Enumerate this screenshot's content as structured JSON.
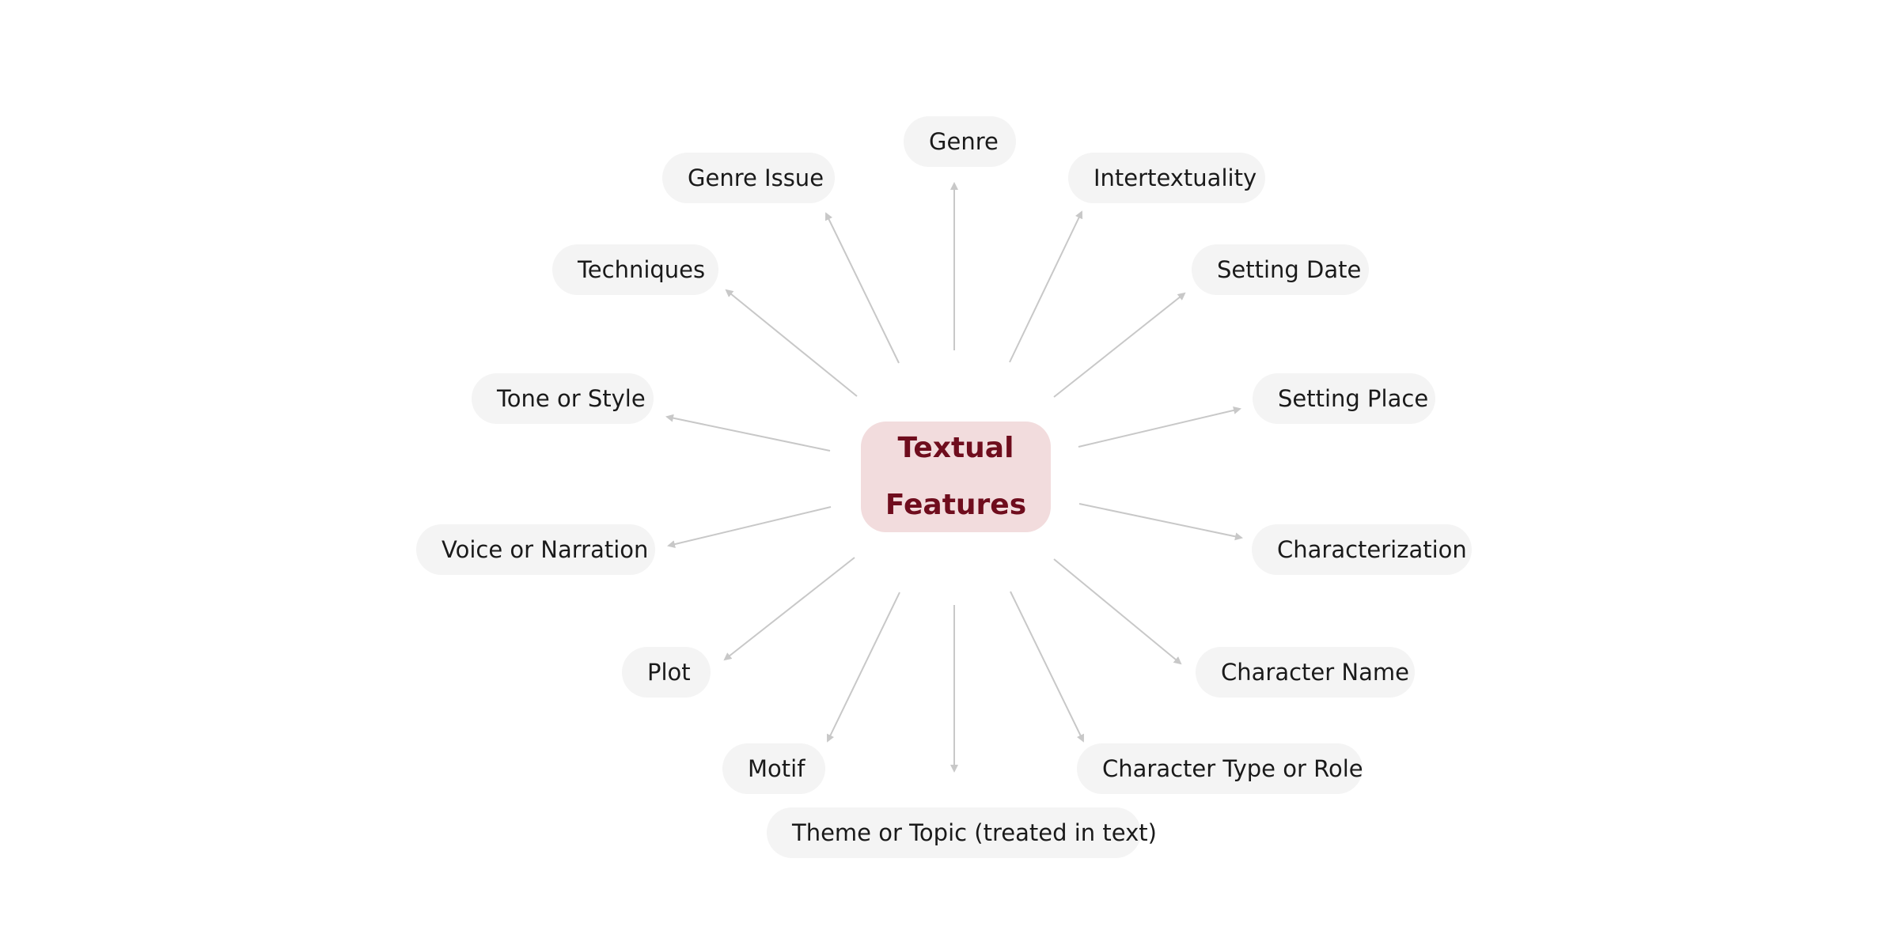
{
  "center": {
    "line1": "Textual",
    "line2": "Features",
    "color": "#6f0d1d",
    "background": "#f2dcdd"
  },
  "nodes": [
    {
      "id": "genre",
      "label": "Genre"
    },
    {
      "id": "intertextuality",
      "label": "Intertextuality"
    },
    {
      "id": "setting-date",
      "label": "Setting Date"
    },
    {
      "id": "setting-place",
      "label": "Setting Place"
    },
    {
      "id": "characterization",
      "label": "Characterization"
    },
    {
      "id": "character-name",
      "label": "Character Name"
    },
    {
      "id": "character-type-or-role",
      "label": "Character Type or Role"
    },
    {
      "id": "theme-or-topic",
      "label": "Theme or Topic (treated in text)"
    },
    {
      "id": "motif",
      "label": "Motif"
    },
    {
      "id": "plot",
      "label": "Plot"
    },
    {
      "id": "voice-or-narration",
      "label": "Voice or Narration"
    },
    {
      "id": "tone-or-style",
      "label": "Tone or Style"
    },
    {
      "id": "techniques",
      "label": "Techniques"
    },
    {
      "id": "genre-issue",
      "label": "Genre Issue"
    }
  ],
  "colors": {
    "node_background": "#f4f4f4",
    "connector": "#c8c8c8",
    "text": "#1a1a1a"
  }
}
